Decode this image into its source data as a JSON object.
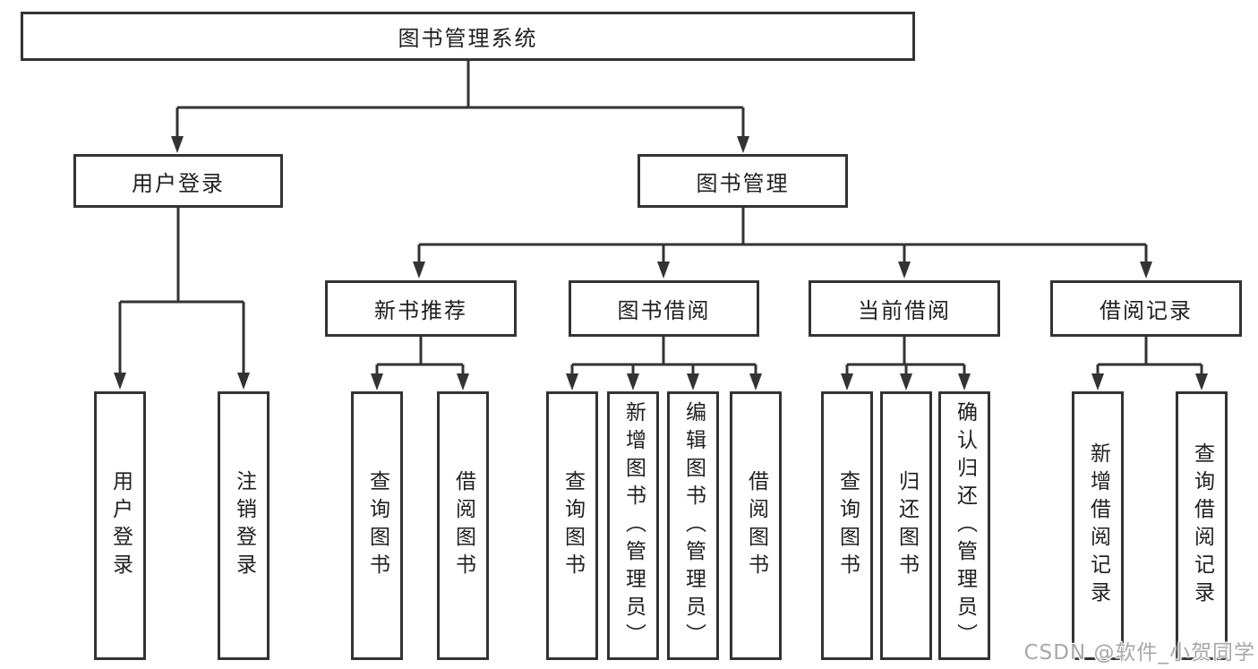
{
  "diagram": {
    "title": "图书管理系统",
    "root": {
      "label": "图书管理系统"
    },
    "branches": {
      "user": {
        "label": "用户登录",
        "children": [
          {
            "label": "用户登录"
          },
          {
            "label": "注销登录"
          }
        ]
      },
      "book": {
        "label": "图书管理",
        "children": [
          {
            "label": "新书推荐",
            "children": [
              {
                "label": "查询图书"
              },
              {
                "label": "借阅图书"
              }
            ]
          },
          {
            "label": "图书借阅",
            "children": [
              {
                "label": "查询图书"
              },
              {
                "label": "新增图书（管理员）"
              },
              {
                "label": "编辑图书（管理员）"
              },
              {
                "label": "借阅图书"
              }
            ]
          },
          {
            "label": "当前借阅",
            "children": [
              {
                "label": "查询图书"
              },
              {
                "label": "归还图书"
              },
              {
                "label": "确认归还（管理员）"
              }
            ]
          },
          {
            "label": "借阅记录",
            "children": [
              {
                "label": "新增借阅记录"
              },
              {
                "label": "查询借阅记录"
              }
            ]
          }
        ]
      }
    }
  },
  "watermark": {
    "text": "CSDN @软件_小贺同学"
  },
  "colors": {
    "line": "#333333",
    "box_border": "#333333",
    "box_fill": "#ffffff",
    "text": "#1f1f1f",
    "watermark": "#a8a8a8",
    "background": "#ffffff"
  }
}
